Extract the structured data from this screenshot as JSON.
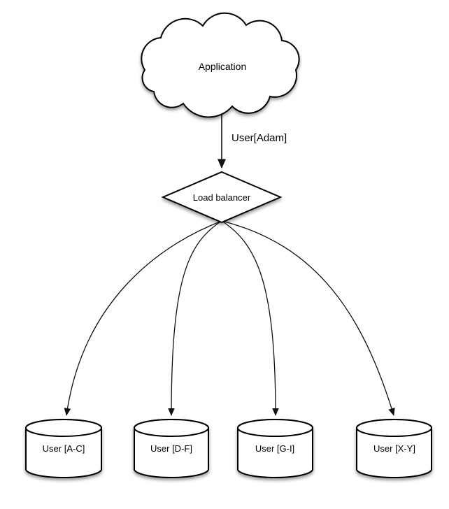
{
  "diagram": {
    "cloud": {
      "label": "Application"
    },
    "request_edge": {
      "label": "User[Adam]"
    },
    "load_balancer": {
      "label": "Load balancer"
    },
    "shards": [
      {
        "label": "User [A-C]"
      },
      {
        "label": "User [D-F]"
      },
      {
        "label": "User [G-I]"
      },
      {
        "label": "User [X-Y]"
      }
    ],
    "colors": {
      "background": "#ffffff",
      "shape_fill": "#ffffff",
      "stroke": "#000000"
    }
  }
}
